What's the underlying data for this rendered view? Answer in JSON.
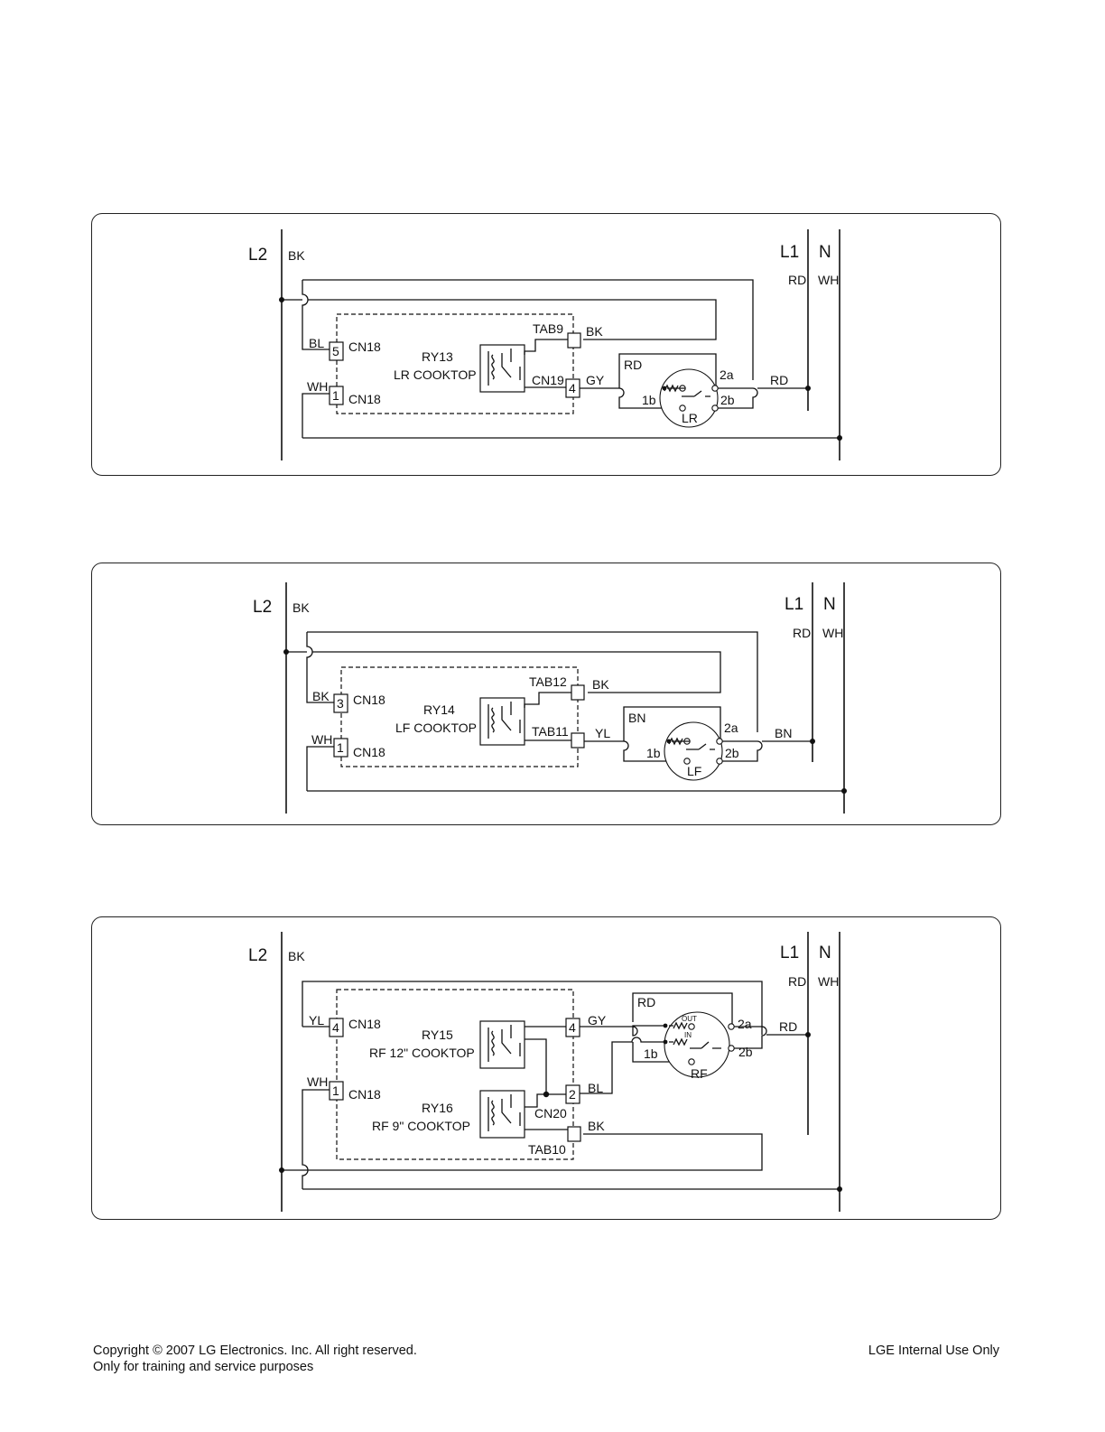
{
  "diagram1": {
    "l2": "L2",
    "l1": "L1",
    "n": "N",
    "bk": "BK",
    "rd": "RD",
    "wh": "WH",
    "bl_wire": "BL",
    "wh_wire": "WH",
    "pin5": "5",
    "pin1": "1",
    "pin4": "4",
    "cn18a": "CN18",
    "cn18b": "CN18",
    "tab9": "TAB9",
    "tab_bk": "BK",
    "relay": "RY13",
    "relay_desc": "LR COOKTOP",
    "cn19": "CN19",
    "gy": "GY",
    "sw_rd": "RD",
    "t2a": "2a",
    "t2b": "2b",
    "t1b": "1b",
    "element": "LR",
    "out_rd": "RD"
  },
  "diagram2": {
    "l2": "L2",
    "l1": "L1",
    "n": "N",
    "bk": "BK",
    "rd": "RD",
    "wh": "WH",
    "bk_wire": "BK",
    "wh_wire": "WH",
    "pin3": "3",
    "pin1": "1",
    "cn18a": "CN18",
    "cn18b": "CN18",
    "tab12": "TAB12",
    "tab_bk": "BK",
    "relay": "RY14",
    "relay_desc": "LF COOKTOP",
    "tab11": "TAB11",
    "yl": "YL",
    "sw_bn": "BN",
    "t2a": "2a",
    "t2b": "2b",
    "t1b": "1b",
    "element": "LF",
    "out_bn": "BN"
  },
  "diagram3": {
    "l2": "L2",
    "l1": "L1",
    "n": "N",
    "bk": "BK",
    "rd": "RD",
    "wh": "WH",
    "yl_wire": "YL",
    "wh_wire": "WH",
    "pin4": "4",
    "pin1": "1",
    "pin4b": "4",
    "pin2": "2",
    "cn18a": "CN18",
    "cn18b": "CN18",
    "relay1": "RY15",
    "relay1_desc": "RF 12\" COOKTOP",
    "relay2": "RY16",
    "relay2_desc": "RF 9\" COOKTOP",
    "gy": "GY",
    "bl": "BL",
    "cn20": "CN20",
    "tab10": "TAB10",
    "tab_bk": "BK",
    "sw_rd": "RD",
    "t2a": "2a",
    "t2b": "2b",
    "t1b": "1b",
    "out": "OUT",
    "in": "IN",
    "element": "RF",
    "out_rd": "RD"
  },
  "footer": {
    "copyright": "Copyright © 2007 LG Electronics. Inc. All right reserved.",
    "purpose": "Only for training and service purposes",
    "internal": "LGE Internal Use Only"
  }
}
